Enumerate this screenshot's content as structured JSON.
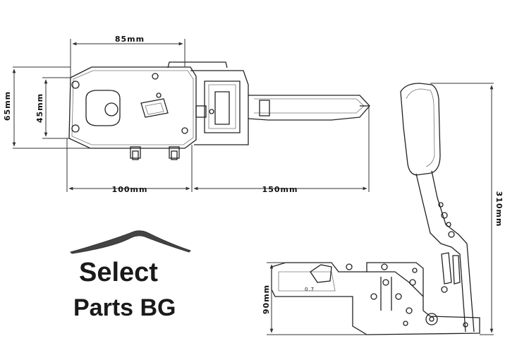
{
  "dimensions": {
    "top_width": "85mm",
    "height_outer": "65mm",
    "height_inner": "45mm",
    "body_length": "100mm",
    "handle_length": "150mm",
    "lever_height": "310mm",
    "base_height": "90mm"
  },
  "brand": {
    "line1": "Select",
    "line2": "Parts BG"
  },
  "part_mark": "0.7"
}
